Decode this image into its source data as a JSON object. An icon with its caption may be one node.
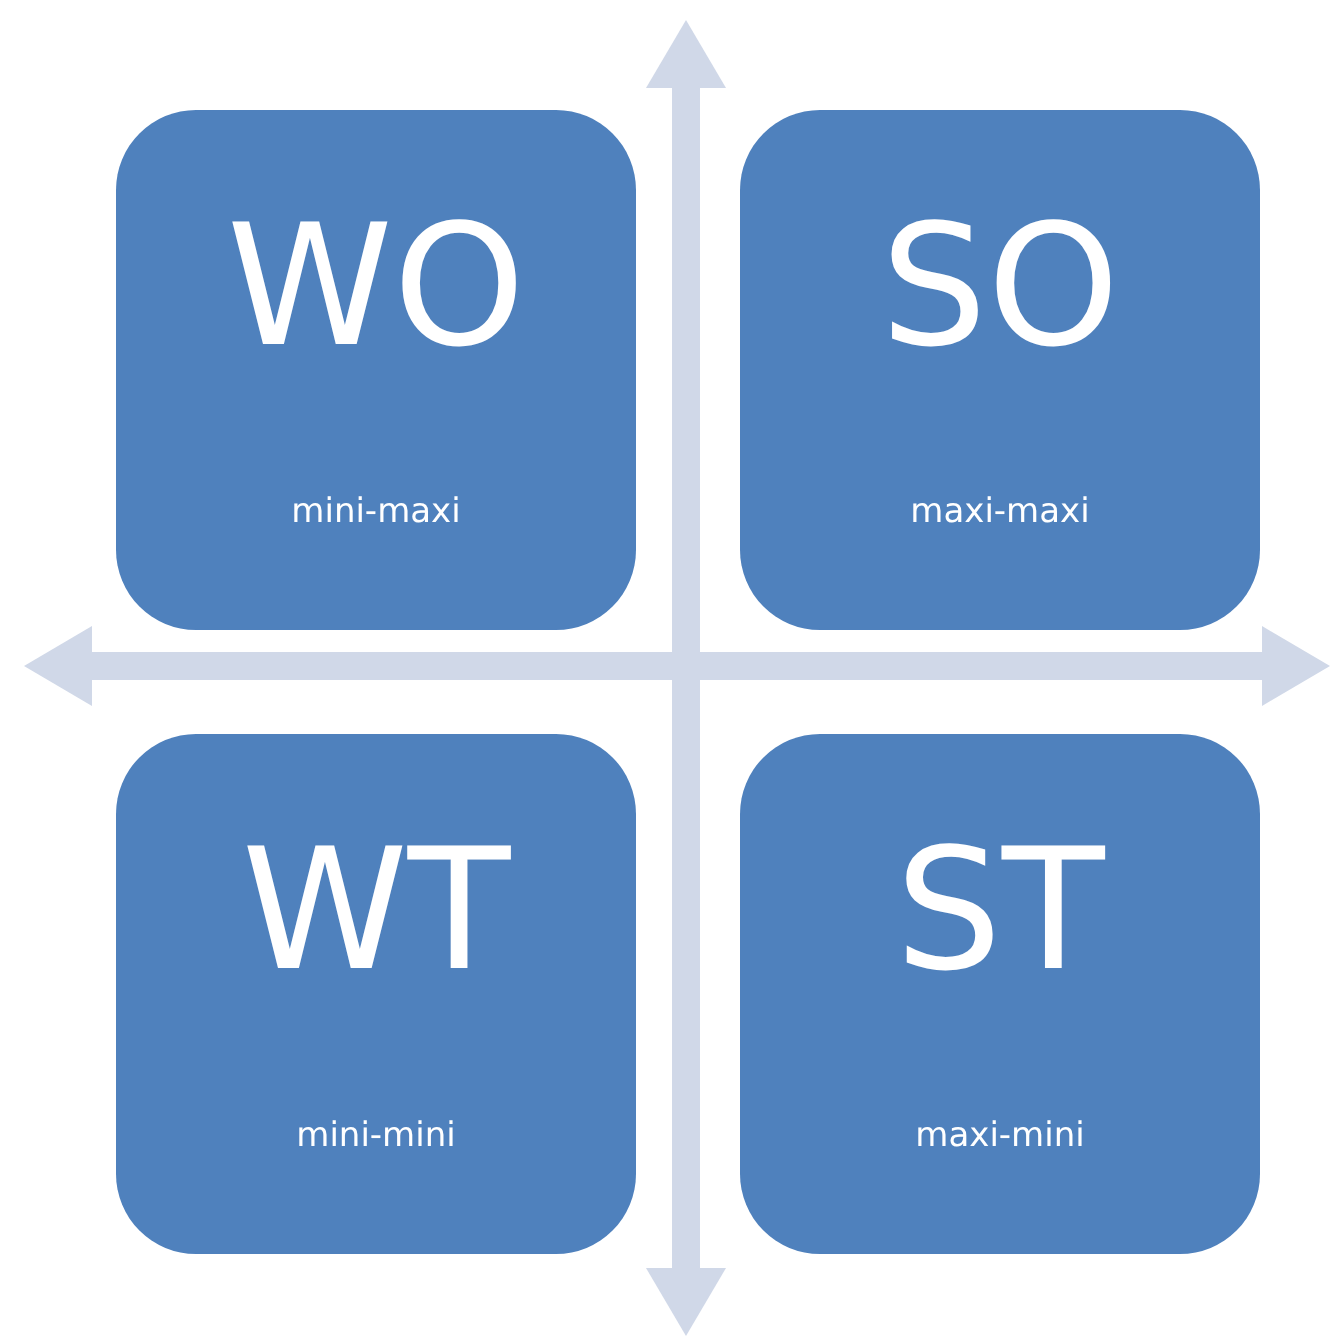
{
  "diagram": {
    "nodes": [
      {
        "text": [
          "WO",
          "mini-maxi"
        ]
      },
      {
        "text": [
          "SO",
          "maxi-maxi"
        ]
      },
      {
        "text": [
          "WT",
          "mini-mini"
        ]
      },
      {
        "text": [
          "ST",
          "maxi-mini"
        ]
      }
    ]
  }
}
